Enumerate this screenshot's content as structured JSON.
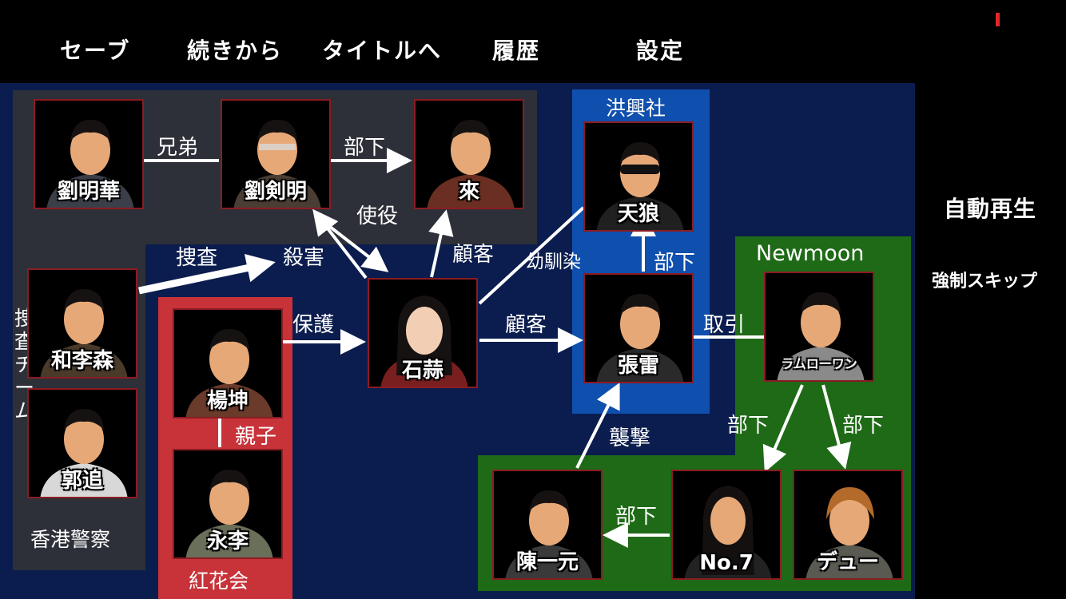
{
  "menu": {
    "save": "セーブ",
    "continue": "続きから",
    "to_title": "タイトルへ",
    "history": "履歴",
    "settings": "設定"
  },
  "side": {
    "auto_play": "自動再生",
    "force_skip": "強制スキップ"
  },
  "regions": {
    "police": "香港警察",
    "investigation_team": "捜査チーム",
    "kokakai": "紅花会",
    "kokoshya": "洪興社",
    "newmoon": "Newmoon"
  },
  "characters": {
    "lau_ming_wah": "劉明華",
    "lau_kim_ming": "劉剣明",
    "lai": "來",
    "wo_lee_sum": "和李森",
    "kwok_chui": "郭追",
    "yeung_kwan": "楊坤",
    "wing_lee": "永李",
    "shek_suen": "石蒜",
    "tin_long": "天狼",
    "cheung_lui": "張雷",
    "ram_lo_wan": "ラムローワン",
    "chan_yat_yuen": "陳一元",
    "no7": "No.7",
    "due": "デュー"
  },
  "relations": {
    "brothers": "兄弟",
    "subordinate_top": "部下",
    "shieki": "使役",
    "kokyaku_lai": "顧客",
    "sousa": "捜査",
    "satsugai": "殺害",
    "hogo": "保護",
    "oyako": "親子",
    "osananajimi": "幼馴染",
    "subordinate_tianlang": "部下",
    "kokyaku_cheung": "顧客",
    "torihiki": "取引",
    "subordinate_no7": "部下",
    "subordinate_due": "部下",
    "shuugeki": "襲撃",
    "subordinate_chan": "部下"
  },
  "colors": {
    "stage_bg": "#0b1d4e",
    "police_bg": "#2d3038",
    "kokakai_bg": "#c8333a",
    "kokoshya_bg": "#0f4fae",
    "newmoon_bg": "#1e6a16",
    "portrait_border": "#8b1c22",
    "marker": "#e0262b"
  }
}
